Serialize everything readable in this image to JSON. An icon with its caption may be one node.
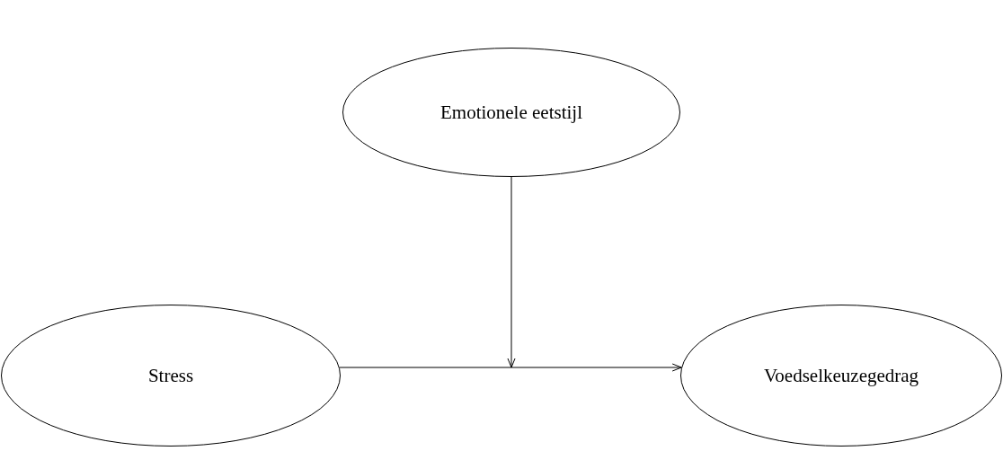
{
  "diagram": {
    "nodes": [
      {
        "text": [
          "Emotionele eetstijl"
        ]
      },
      {
        "text": [
          "Stress"
        ]
      },
      {
        "text": [
          "Voedselkeuzegedrag"
        ]
      }
    ],
    "edges": [
      {
        "from": 1,
        "to": 2,
        "arrow": "to"
      },
      {
        "from": 0,
        "to": null,
        "arrow": "to"
      }
    ]
  }
}
